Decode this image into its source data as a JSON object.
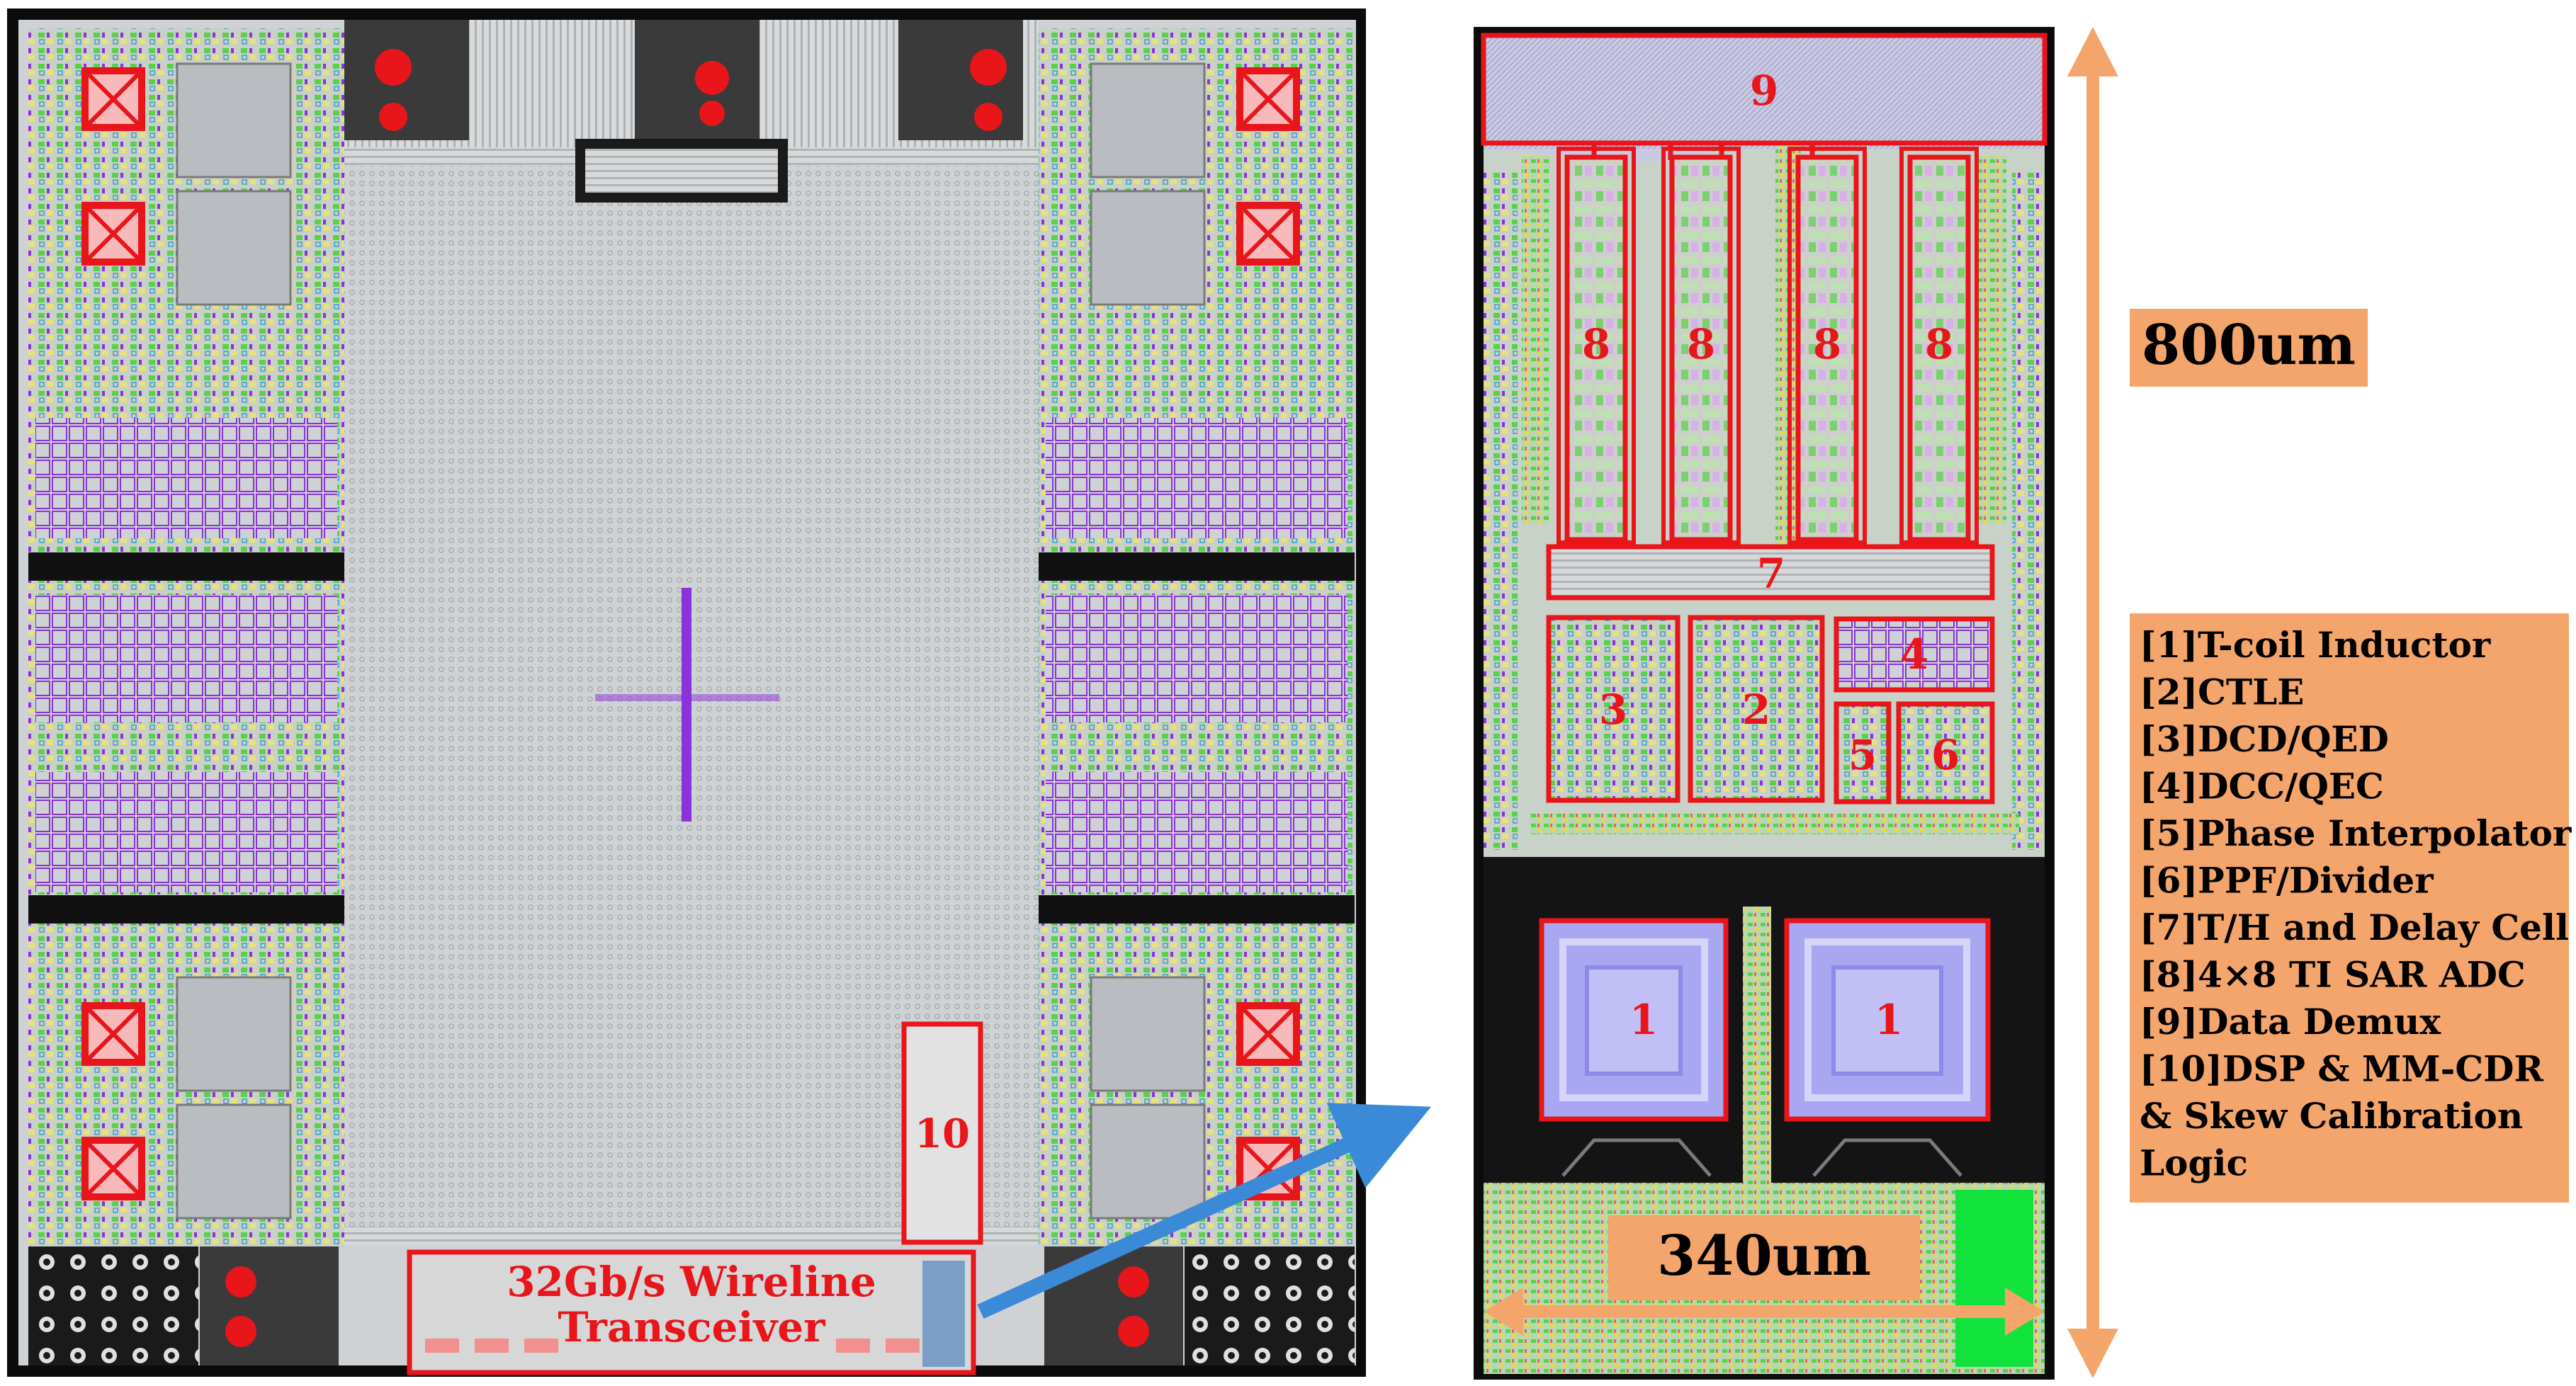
{
  "colors": {
    "chip_border": "#0b0b0b",
    "chip_fill": "#cfd2d4",
    "highlight_red": "#e8151b",
    "accent_orange": "#f3a56b",
    "arrow_blue": "#3b8ad8",
    "inductor_fill": "#a9a6f2",
    "logic_green": "#58d14b",
    "routing_purple": "#8a33d8"
  },
  "left_chip": {
    "block_10_label": "10",
    "transceiver_label_line1": "32Gb/s Wireline",
    "transceiver_label_line2": "Transceiver"
  },
  "right_chip": {
    "blocks": [
      {
        "id": "9",
        "label": "9"
      },
      {
        "id": "8a",
        "label": "8"
      },
      {
        "id": "8b",
        "label": "8"
      },
      {
        "id": "8c",
        "label": "8"
      },
      {
        "id": "8d",
        "label": "8"
      },
      {
        "id": "7",
        "label": "7"
      },
      {
        "id": "3",
        "label": "3"
      },
      {
        "id": "2",
        "label": "2"
      },
      {
        "id": "4",
        "label": "4"
      },
      {
        "id": "5",
        "label": "5"
      },
      {
        "id": "6",
        "label": "6"
      },
      {
        "id": "1a",
        "label": "1"
      },
      {
        "id": "1b",
        "label": "1"
      }
    ]
  },
  "dimensions": {
    "height_label": "800um",
    "width_label": "340um"
  },
  "legend": {
    "items": [
      "[1]T-coil Inductor",
      "[2]CTLE",
      "[3]DCD/QED",
      "[4]DCC/QEC",
      "[5]Phase Interpolator",
      "[6]PPF/Divider",
      "[7]T/H and Delay Cell",
      "[8]4×8 TI SAR ADC",
      "[9]Data Demux",
      "[10]DSP & MM-CDR",
      "& Skew Calibration",
      "Logic"
    ]
  }
}
